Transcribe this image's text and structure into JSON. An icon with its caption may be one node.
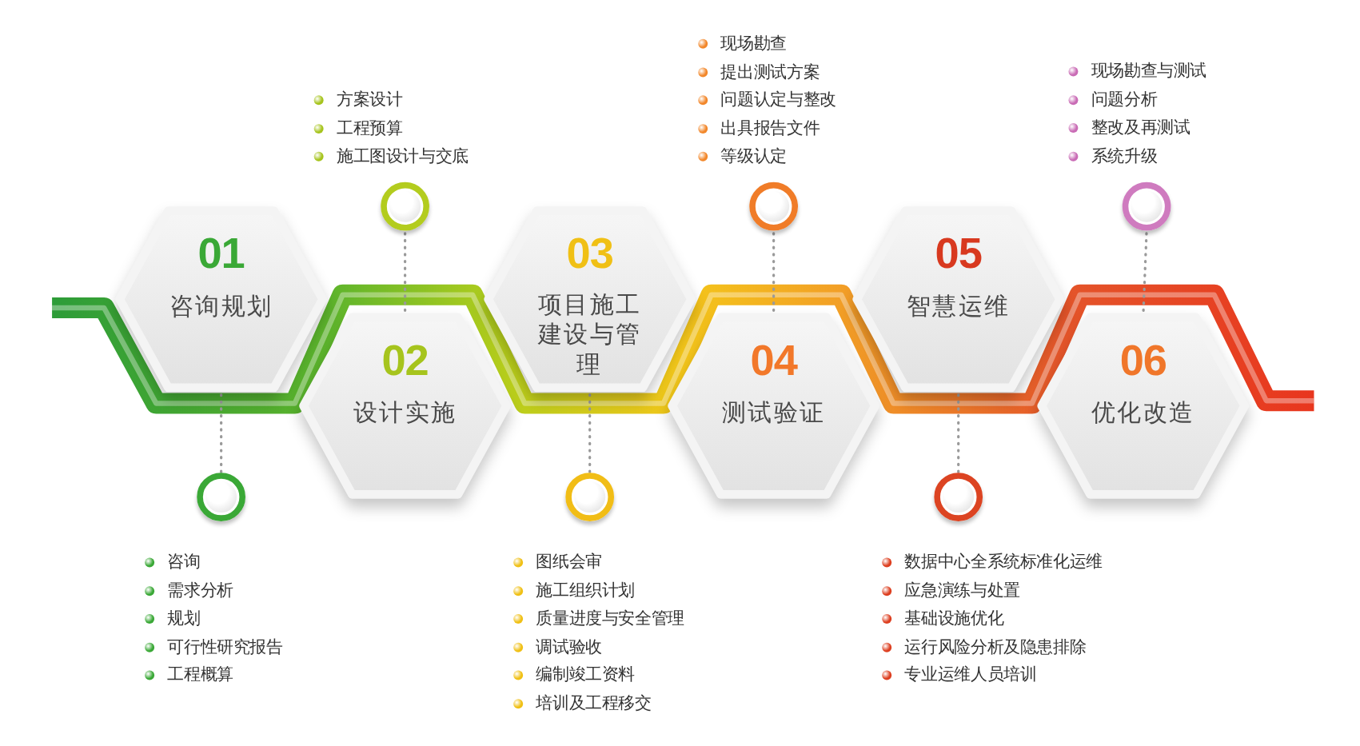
{
  "diagram": {
    "nodes": [
      {
        "text": [
          "01",
          "咨询规划"
        ]
      },
      {
        "text": [
          "02",
          "设计实施"
        ]
      },
      {
        "text": [
          "03",
          "项目施工建设与管理"
        ]
      },
      {
        "text": [
          "04",
          "测试验证"
        ]
      },
      {
        "text": [
          "05",
          "智慧运维"
        ]
      },
      {
        "text": [
          "06",
          "优化改造"
        ]
      },
      {
        "text": [],
        "shape": "circle",
        "beside": [
          "咨询",
          "需求分析",
          "规划",
          "可行性研究报告",
          "工程概算"
        ]
      },
      {
        "text": [],
        "shape": "circle",
        "beside": [
          "方案设计",
          "工程预算",
          "施工图设计与交底"
        ]
      },
      {
        "text": [],
        "shape": "circle",
        "beside": [
          "图纸会审",
          "施工组织计划",
          "质量进度与安全管理",
          "调试验收",
          "编制竣工资料",
          "培训及工程移交"
        ]
      },
      {
        "text": [],
        "shape": "circle",
        "beside": [
          "现场勘查",
          "提出测试方案",
          "问题认定与整改",
          "出具报告文件",
          "等级认定"
        ]
      },
      {
        "text": [],
        "shape": "circle",
        "beside": [
          "数据中心全系统标准化运维",
          "应急演练与处置",
          "基础设施优化",
          "运行风险分析及隐患排除",
          "专业运维人员培训"
        ]
      },
      {
        "text": [],
        "shape": "circle",
        "beside": [
          "现场勘查与测试",
          "问题分析",
          "整改及再测试",
          "系统升级"
        ]
      }
    ],
    "edges": [
      {
        "from": 0,
        "to": 6,
        "arrow": "none",
        "style": "dashed"
      },
      {
        "from": 1,
        "to": 7,
        "arrow": "none",
        "style": "dashed"
      },
      {
        "from": 2,
        "to": 8,
        "arrow": "none",
        "style": "dashed"
      },
      {
        "from": 3,
        "to": 9,
        "arrow": "none",
        "style": "dashed"
      },
      {
        "from": 4,
        "to": 10,
        "arrow": "none",
        "style": "dashed"
      },
      {
        "from": 5,
        "to": 11,
        "arrow": "none",
        "style": "dashed"
      }
    ]
  }
}
